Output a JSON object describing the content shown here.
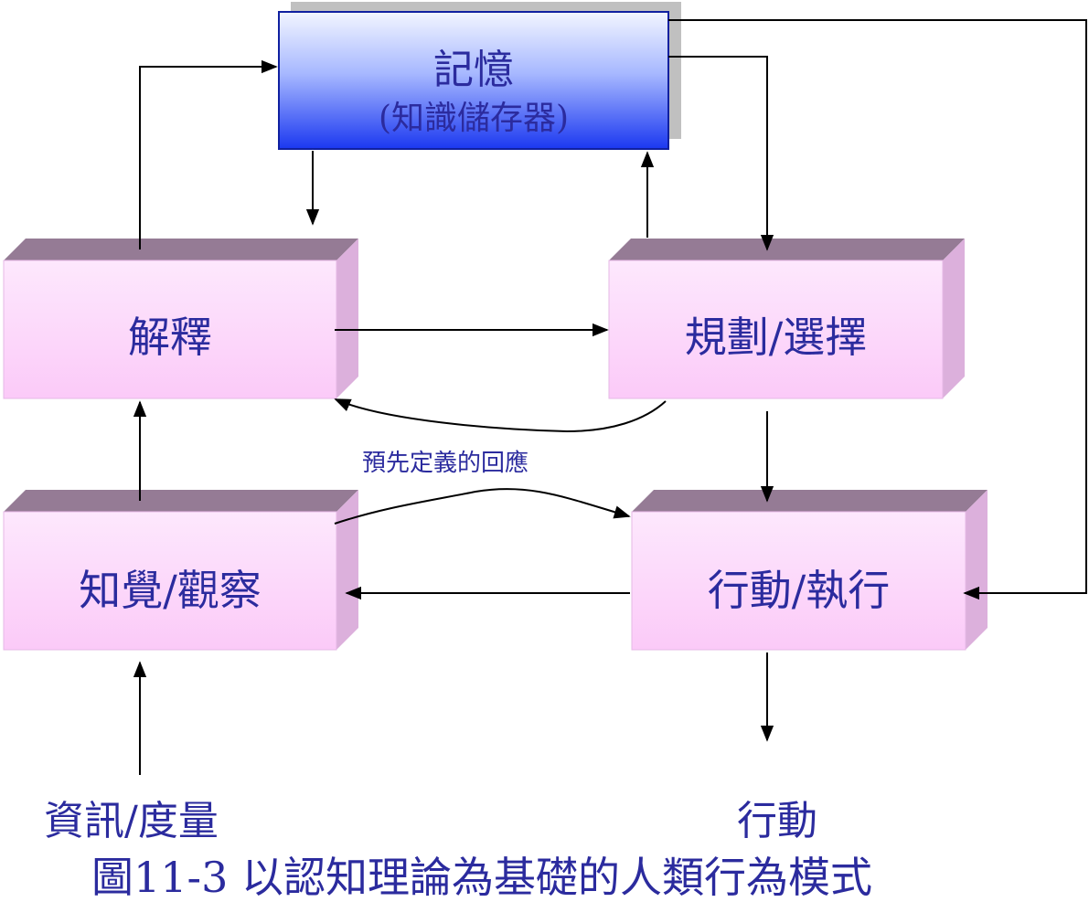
{
  "memory": {
    "title": "記憶",
    "subtitle": "(知識儲存器)"
  },
  "boxes": {
    "interpret": "解釋",
    "plan": "規劃/選擇",
    "perceive": "知覺/觀察",
    "act": "行動/執行"
  },
  "feedback_label": "預先定義的回應",
  "input_label": "資訊/度量",
  "output_label": "行動",
  "caption": "圖11-3 以認知理論為基礎的人類行為模式",
  "colors": {
    "text": "#2b2b9e",
    "memory_top": "#eaf0ff",
    "memory_bottom": "#1e3cf0",
    "box_face_top": "#fde6fd",
    "box_face_bottom": "#fbcff9",
    "box_top_bevel": "#957b95",
    "box_side_bevel": "#dcb0dc"
  }
}
